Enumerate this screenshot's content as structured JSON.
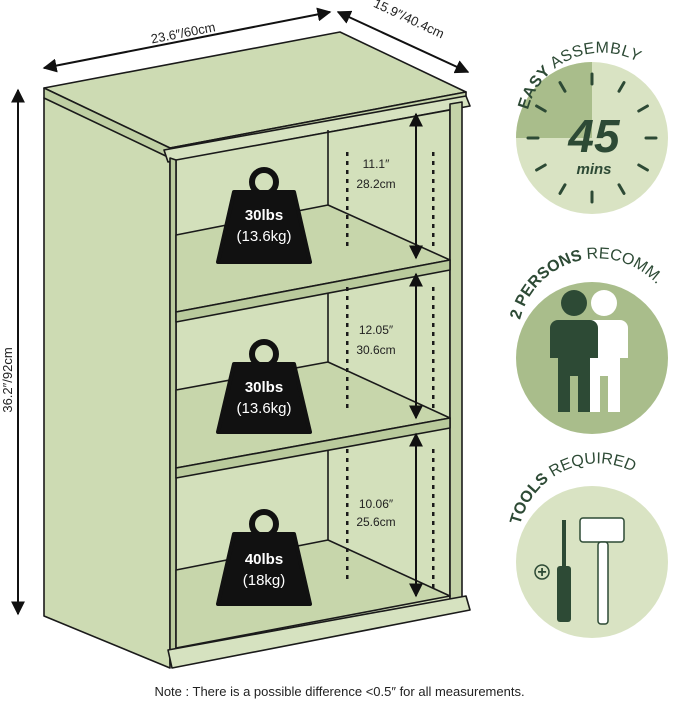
{
  "dimensions": {
    "width_label": "23.6″/60cm",
    "depth_label": "15.9″/40.4cm",
    "height_label": "36.2″/92cm"
  },
  "shelf_gaps": [
    {
      "inches": "11.1″",
      "cm": "28.2cm"
    },
    {
      "inches": "12.05″",
      "cm": "30.6cm"
    },
    {
      "inches": "10.06″",
      "cm": "25.6cm"
    }
  ],
  "weights": [
    {
      "lbs": "30lbs",
      "kg": "(13.6kg)"
    },
    {
      "lbs": "30lbs",
      "kg": "(13.6kg)"
    },
    {
      "lbs": "40lbs",
      "kg": "(18kg)"
    }
  ],
  "badges": {
    "assembly": {
      "bold": "EASY",
      "rest": " ASSEMBLY",
      "minutes": "45",
      "unit": "mins"
    },
    "persons": {
      "bold": "2 PERSONS",
      "rest": " RECOMM."
    },
    "tools": {
      "bold": "TOOLS",
      "rest": " REQUIRED"
    }
  },
  "note": "Note : There is a possible difference <0.5″ for all measurements.",
  "colors": {
    "cabinet": "#cddbb3",
    "outline": "#1a1a1a",
    "badge_light": "#d9e3c3",
    "badge_mid": "#a9bd8b",
    "badge_dark": "#2d4a35",
    "weight_fill": "#111111"
  }
}
